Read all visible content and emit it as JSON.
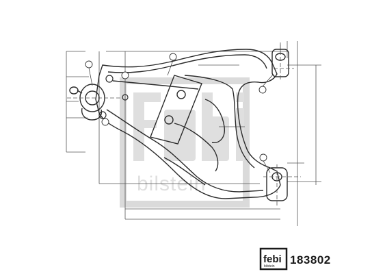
{
  "watermark": {
    "brand_text": "bilstein",
    "logo_text": "febi"
  },
  "badge": {
    "logo_text": "febi",
    "sub_text": "bilstein"
  },
  "part_number": "183802",
  "colors": {
    "line": "#2b2b2b",
    "dim": "#4a4a4a",
    "callout": "#d9534f",
    "watermark": "#c8c8c8"
  },
  "callouts": [
    {
      "id": "1"
    },
    {
      "id": "2"
    },
    {
      "id": "3"
    },
    {
      "id": "4"
    },
    {
      "id": "5"
    },
    {
      "id": "6"
    }
  ]
}
